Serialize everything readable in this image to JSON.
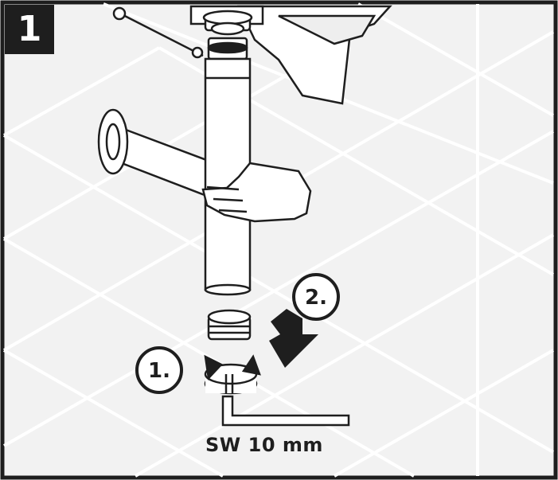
{
  "step": {
    "number": "1"
  },
  "callouts": [
    {
      "label": "1.",
      "meaning": ""
    },
    {
      "label": "2.",
      "meaning": ""
    }
  ],
  "wrench": {
    "label": "SW 10 mm"
  },
  "colors": {
    "wall": "#f3f3f3",
    "tile_grout": "#ffffff",
    "outline": "#1e1e1e",
    "fill": "#ffffff"
  }
}
